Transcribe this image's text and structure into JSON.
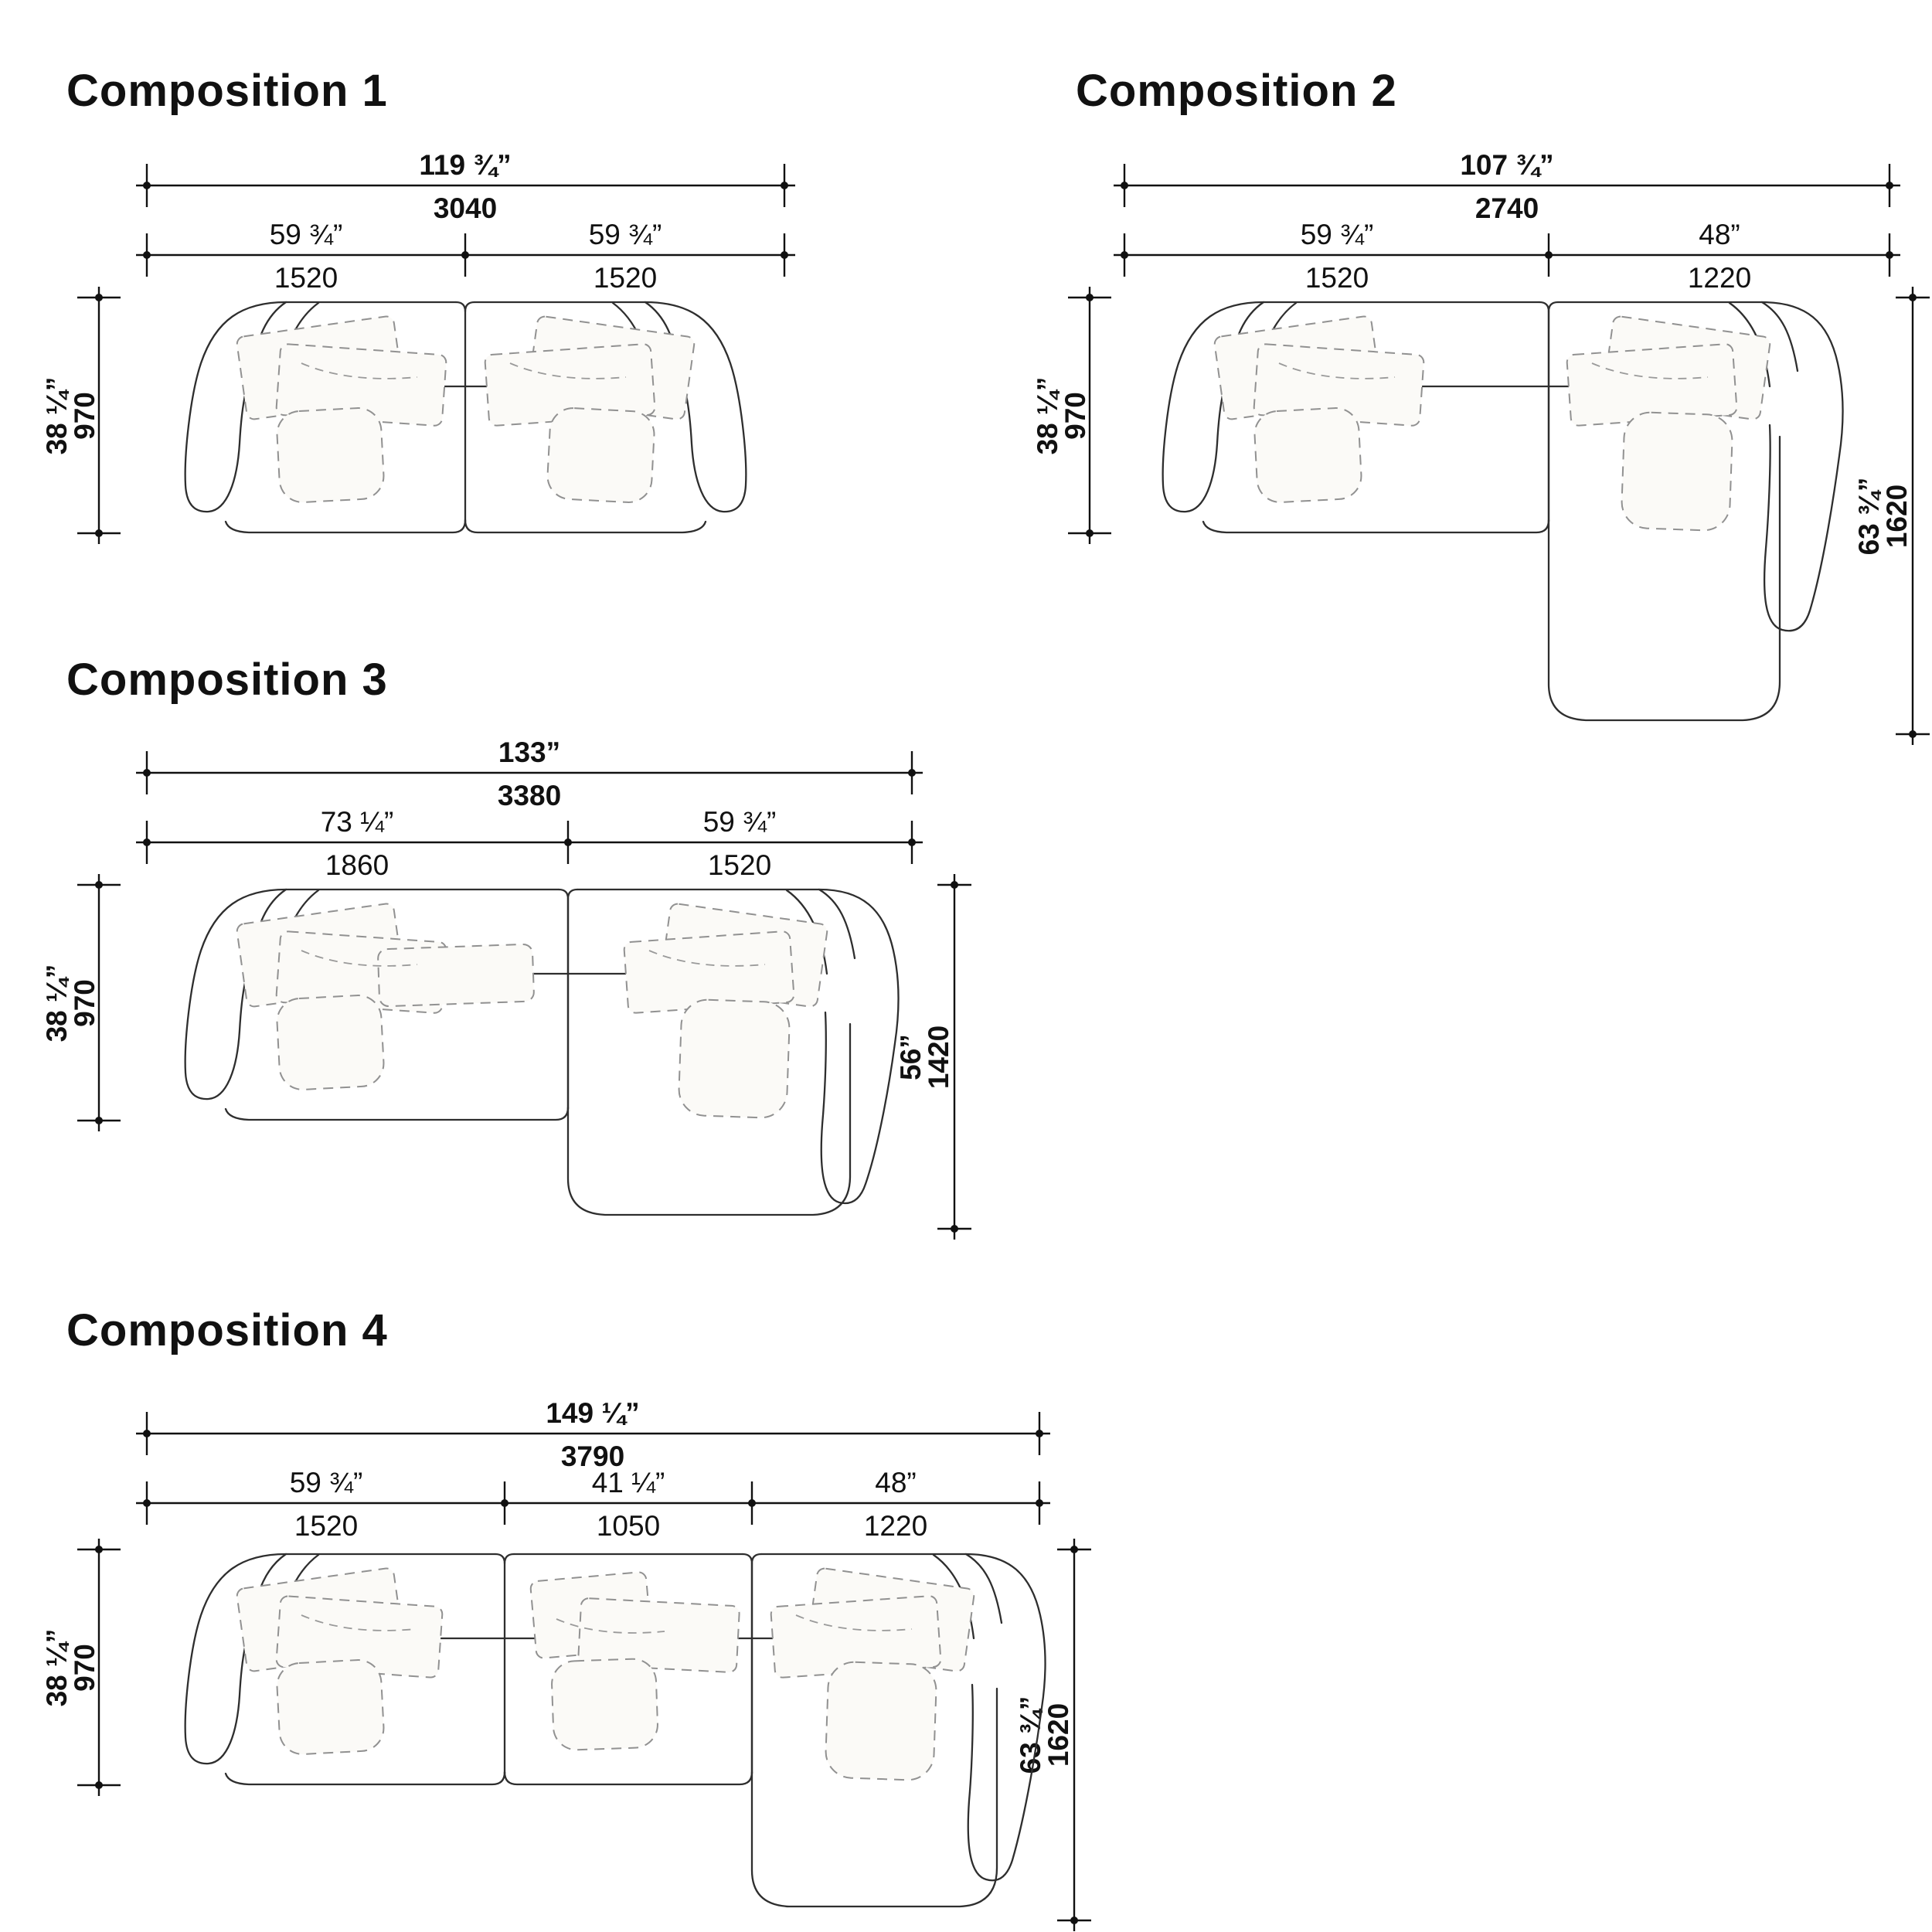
{
  "document_type": "sofa modular compositions dimension drawing",
  "units": {
    "primary": "inches",
    "secondary": "mm"
  },
  "colors": {
    "background": "#ffffff",
    "ink": "#1a1a1a",
    "dashed_lines": "#8f8f8f"
  },
  "compositions": [
    {
      "title": "Composition 1",
      "overall": {
        "in": "119 ¾”",
        "mm": "3040"
      },
      "segments": [
        {
          "in": "59 ¾”",
          "mm": "1520"
        },
        {
          "in": "59 ¾”",
          "mm": "1520"
        }
      ],
      "depth_left": {
        "in": "38 ¼”",
        "mm": "970"
      }
    },
    {
      "title": "Composition 2",
      "overall": {
        "in": "107 ¾”",
        "mm": "2740"
      },
      "segments": [
        {
          "in": "59 ¾”",
          "mm": "1520"
        },
        {
          "in": "48”",
          "mm": "1220"
        }
      ],
      "depth_left": {
        "in": "38 ¼”",
        "mm": "970"
      },
      "depth_right": {
        "in": "63 ¾”",
        "mm": "1620"
      }
    },
    {
      "title": "Composition 3",
      "overall": {
        "in": "133”",
        "mm": "3380"
      },
      "segments": [
        {
          "in": "73 ¼”",
          "mm": "1860"
        },
        {
          "in": "59 ¾”",
          "mm": "1520"
        }
      ],
      "depth_left": {
        "in": "38 ¼”",
        "mm": "970"
      },
      "depth_right": {
        "in": "56”",
        "mm": "1420"
      }
    },
    {
      "title": "Composition 4",
      "overall": {
        "in": "149 ¼”",
        "mm": "3790"
      },
      "segments": [
        {
          "in": "59 ¾”",
          "mm": "1520"
        },
        {
          "in": "41 ¼”",
          "mm": "1050"
        },
        {
          "in": "48”",
          "mm": "1220"
        }
      ],
      "depth_left": {
        "in": "38 ¼”",
        "mm": "970"
      },
      "depth_right": {
        "in": "63 ¾”",
        "mm": "1620"
      }
    }
  ]
}
